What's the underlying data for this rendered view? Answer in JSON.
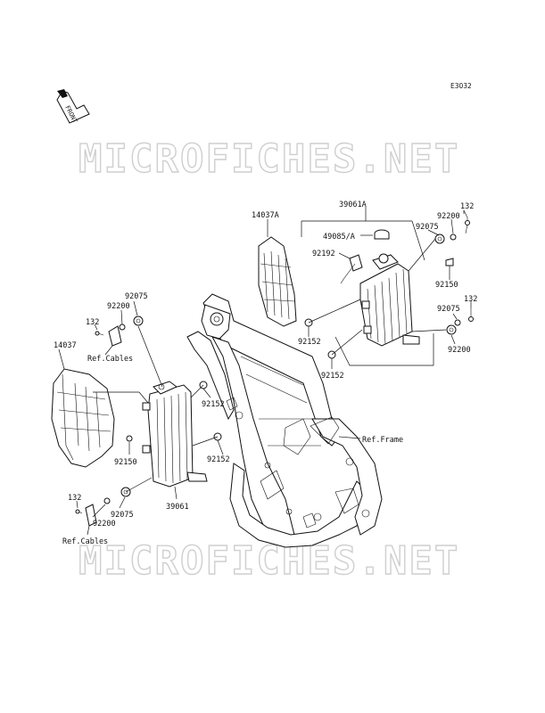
{
  "diagram_code": "E3032",
  "front_label": "FRONT",
  "watermark": "MICROFICHES.NET",
  "callouts": {
    "p39061A": "39061A",
    "p14037A": "14037A",
    "p49085A": "49085/A",
    "p92192": "92192",
    "p132_tr": "132",
    "p92200_tr": "92200",
    "p92075_tr": "92075",
    "p92150_r": "92150",
    "p132_r": "132",
    "p92075_r": "92075",
    "p92200_r": "92200",
    "p92152_c1": "92152",
    "p92152_c2": "92152",
    "p92075_l": "92075",
    "p92200_l": "92200",
    "p132_l": "132",
    "ref_cables_top": "Ref.Cables",
    "p14037": "14037",
    "p92152_l1": "92152",
    "p92152_l2": "92152",
    "p92150_l": "92150",
    "p39061": "39061",
    "ref_frame": "Ref.Frame",
    "p132_bl": "132",
    "p92200_bl": "92200",
    "p92075_bl": "92075",
    "ref_cables_bottom": "Ref.Cables"
  }
}
